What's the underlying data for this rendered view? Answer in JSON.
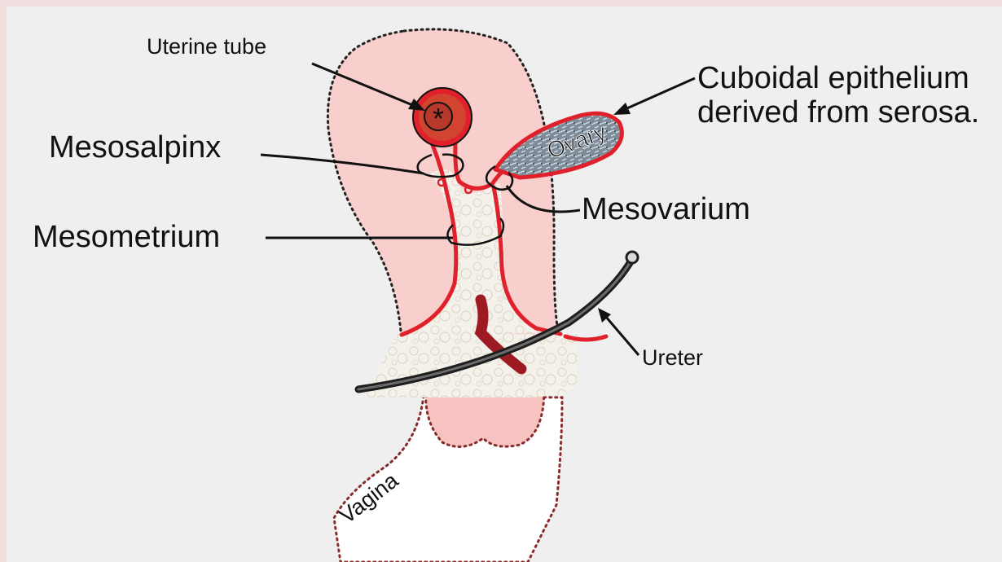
{
  "labels": {
    "uterine_tube": "Uterine tube",
    "cuboidal_line1": "Cuboidal epithelium",
    "cuboidal_line2": "derived from serosa.",
    "mesosalpinx": "Mesosalpinx",
    "mesovarium": "Mesovarium",
    "mesometrium": "Mesometrium",
    "ureter": "Ureter",
    "ovary": "Ovary",
    "vagina": "Vagina",
    "lumen_marker": "*"
  },
  "colors": {
    "background": "#efefef",
    "uterus_fill": "#f8cfcc",
    "serosa_red": "#e0202a",
    "ligament_fill": "#f4f1ea",
    "ureter": "#2a2a2a",
    "artery": "#9e1a22",
    "ovary_text": "#a2368e"
  }
}
